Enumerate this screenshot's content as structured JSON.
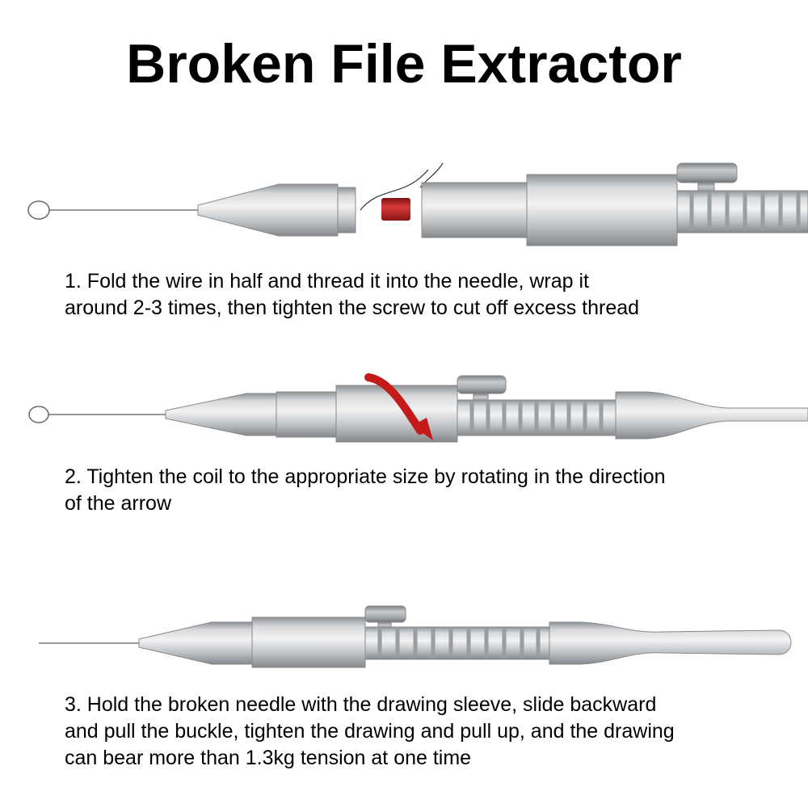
{
  "title": "Broken File Extractor",
  "steps": [
    {
      "number": "1.",
      "lines": [
        "1. Fold the wire in half and thread it into the needle, wrap it",
        "around 2-3 times, then tighten the screw to cut off excess thread"
      ]
    },
    {
      "number": "2.",
      "lines": [
        "2. Tighten the coil to the appropriate size by rotating in the direction",
        "of the arrow"
      ]
    },
    {
      "number": "3.",
      "lines": [
        "3. Hold the broken needle with the drawing sleeve, slide backward",
        "and pull the buckle, tighten the drawing and pull up, and the drawing",
        "can bear more than 1.3kg tension at one time"
      ]
    }
  ],
  "colors": {
    "metal_light": "#e2e4e6",
    "metal_mid": "#b9bcbf",
    "metal_dark": "#8d9094",
    "coil_red": "#c62828",
    "arrow_red": "#c41a1a"
  }
}
